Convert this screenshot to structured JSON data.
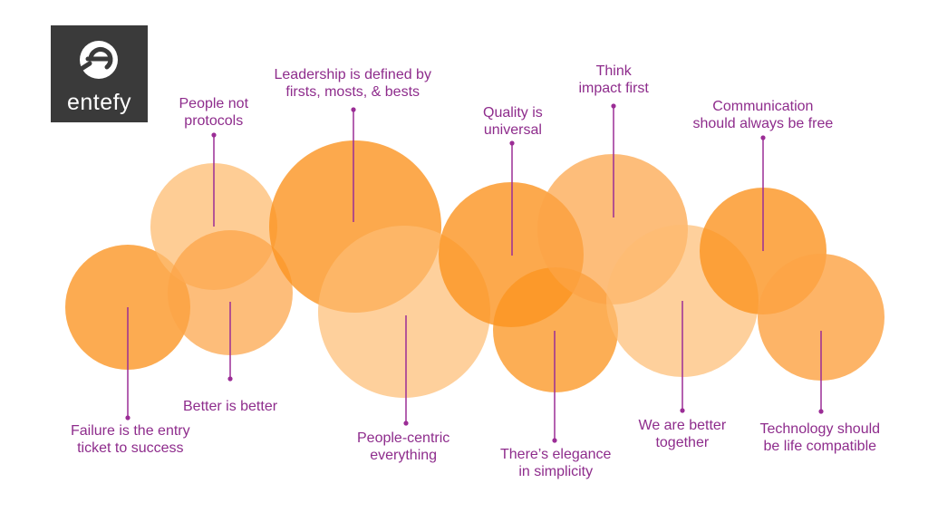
{
  "brand": {
    "wordmark": "entefy",
    "logo_icon": "entefy-e-icon",
    "logo_bg": "#3a3a3a"
  },
  "colors": {
    "label": "#8e2c8c",
    "leader": "#9b2d96",
    "circle_dark": "#fb9420",
    "circle_mid": "#fca446",
    "circle_light": "#fdbc72"
  },
  "values": [
    {
      "key": "failure",
      "lines": [
        "Failure is the entry",
        "ticket to success"
      ]
    },
    {
      "key": "people-not-protocols",
      "lines": [
        "People not",
        "protocols"
      ]
    },
    {
      "key": "better",
      "lines": [
        "Better is better"
      ]
    },
    {
      "key": "leadership",
      "lines": [
        "Leadership is defined by",
        "firsts, mosts, & bests"
      ]
    },
    {
      "key": "people-centric",
      "lines": [
        "People-centric",
        "everything"
      ]
    },
    {
      "key": "quality",
      "lines": [
        "Quality is",
        "universal"
      ]
    },
    {
      "key": "elegance",
      "lines": [
        "There’s elegance",
        "in simplicity"
      ]
    },
    {
      "key": "impact",
      "lines": [
        "Think",
        "impact first"
      ]
    },
    {
      "key": "together",
      "lines": [
        "We are better",
        "together"
      ]
    },
    {
      "key": "communication",
      "lines": [
        "Communication",
        "should always be free"
      ]
    },
    {
      "key": "technology",
      "lines": [
        "Technology should",
        "be life compatible"
      ]
    }
  ]
}
